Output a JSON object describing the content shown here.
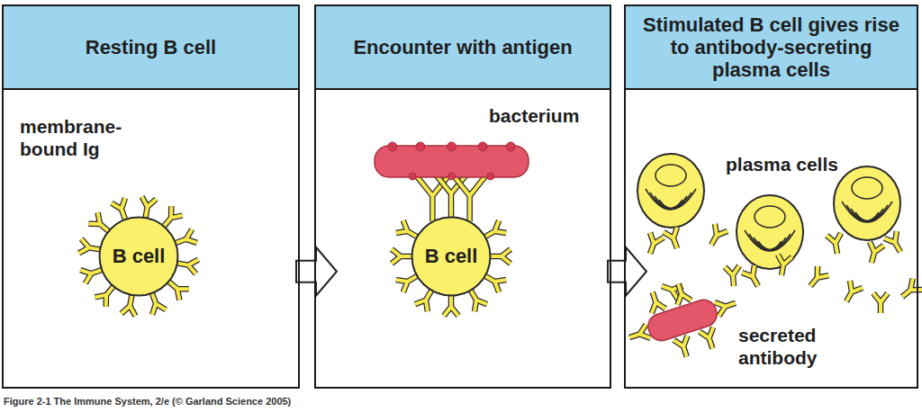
{
  "diagram": {
    "caption": "Figure 2-1 The Immune System, 2/e (© Garland Science 2005)",
    "nodes": [
      {
        "text": [
          "Resting B cell"
        ]
      },
      {
        "text": [
          "B cell"
        ],
        "in": 0
      },
      {
        "text": [
          "Encounter with antigen"
        ]
      },
      {
        "text": [
          "B cell"
        ],
        "in": 2
      },
      {
        "text": [
          "bacterium"
        ],
        "in": 2
      },
      {
        "text": [
          "Stimulated B cell gives rise to antibody-secreting plasma cells"
        ]
      }
    ],
    "edges": [
      {
        "from": 0,
        "to": 2,
        "arrow": "to"
      },
      {
        "from": 2,
        "to": 5,
        "arrow": "to"
      }
    ],
    "labels": [
      "membrane-bound Ig",
      "plasma cells",
      "secreted antibody"
    ]
  }
}
